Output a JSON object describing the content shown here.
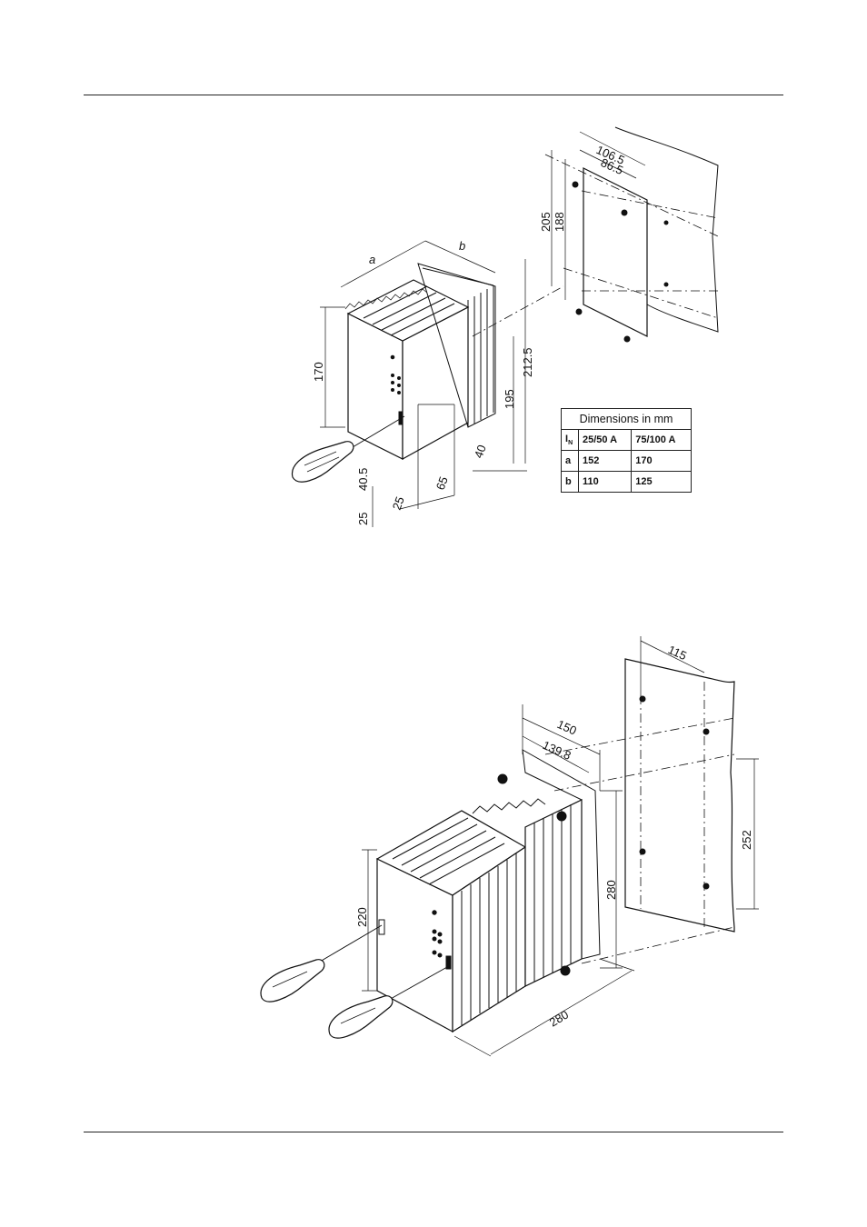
{
  "figure_top": {
    "dims": {
      "w1": "106.5",
      "w2": "86.5",
      "h1": "205",
      "h2": "188",
      "a": "a",
      "b": "b",
      "h170": "170",
      "h212": "212.5",
      "h195": "195",
      "d40": "40",
      "d40_5": "40.5",
      "d25v": "25",
      "d25h": "25",
      "d65": "65"
    },
    "table": {
      "title": "Dimensions in mm",
      "header": [
        "I",
        "25/50 A",
        "75/100 A"
      ],
      "header_sub": "N",
      "rows": [
        [
          "a",
          "152",
          "170"
        ],
        [
          "b",
          "110",
          "125"
        ]
      ]
    }
  },
  "figure_bottom": {
    "dims": {
      "d115": "115",
      "d150": "150",
      "d139": "139.8",
      "d252": "252",
      "d280v": "280",
      "d220": "220",
      "d280h": "280"
    }
  }
}
